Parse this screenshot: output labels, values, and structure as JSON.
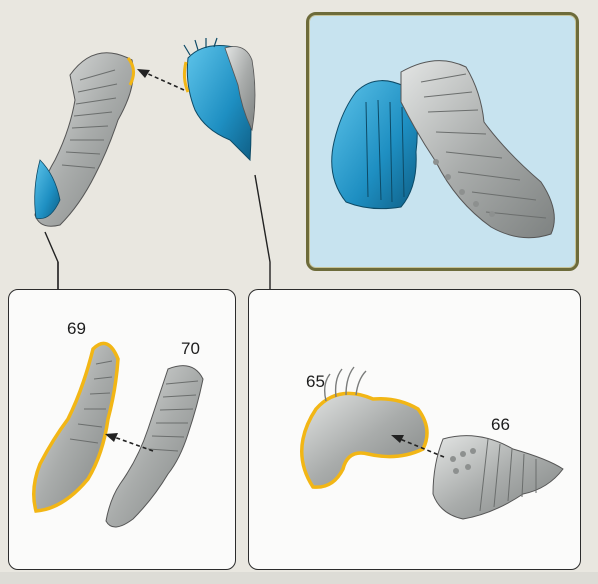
{
  "labels": {
    "part_69": "69",
    "part_70": "70",
    "part_65": "65",
    "part_66": "66"
  },
  "colors": {
    "background": "#e9e7e0",
    "panel": "#fbfbfa",
    "preview_background": "#c7e3ef",
    "preview_border": "#6d6b3a",
    "part_gray": "#b7b9b8",
    "part_blue": "#2a9fd0",
    "glue_highlight": "#f2b615"
  },
  "icons": {
    "assembly_arrow": "dashed-arrow-icon",
    "callout_lines": "zoom-callout-lines"
  }
}
